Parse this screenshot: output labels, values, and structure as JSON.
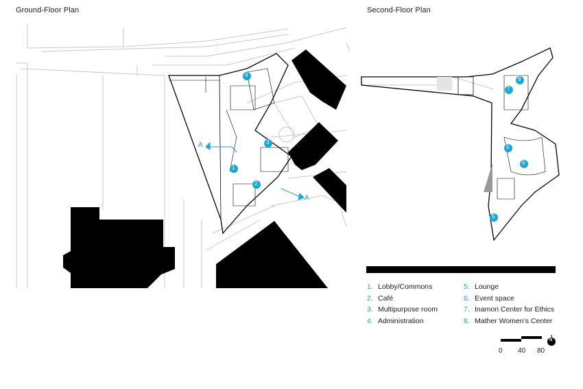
{
  "titles": {
    "ground": "Ground-Floor Plan",
    "second": "Second-Floor Plan"
  },
  "colors": {
    "accent": "#1aa6d9",
    "ink": "#000000",
    "line": "#c8c8c8"
  },
  "section_markers": {
    "upper": "A",
    "lower": "A"
  },
  "room_markers_ground": [
    "1",
    "2",
    "3",
    "4"
  ],
  "room_markers_second": [
    "5",
    "6",
    "5",
    "7",
    "8"
  ],
  "legend": {
    "left": [
      {
        "num": "1.",
        "label": "Lobby/Commons"
      },
      {
        "num": "2.",
        "label": "Café"
      },
      {
        "num": "3.",
        "label": "Multipurpose room"
      },
      {
        "num": "4.",
        "label": "Administration"
      }
    ],
    "right": [
      {
        "num": "5.",
        "label": "Lounge"
      },
      {
        "num": "6.",
        "label": "Event space"
      },
      {
        "num": "7.",
        "label": "Inamori Center for Ethics"
      },
      {
        "num": "8.",
        "label": "Mather Women’s Center"
      }
    ]
  },
  "scale": {
    "labels": [
      "0",
      "40",
      "80"
    ],
    "north": "N"
  }
}
